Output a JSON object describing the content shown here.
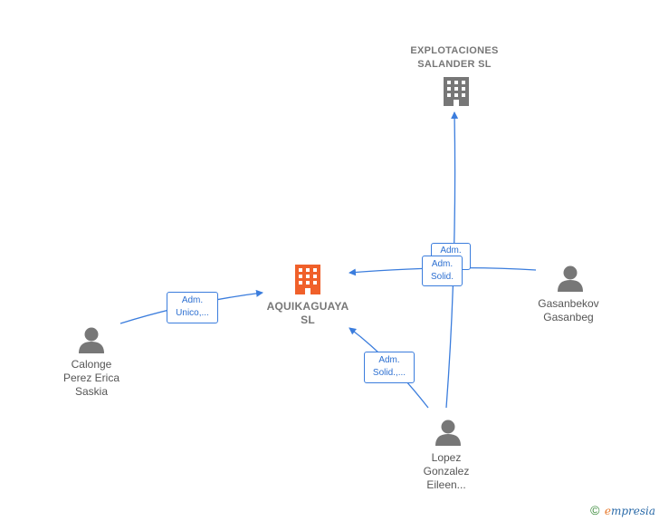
{
  "nodes": {
    "explotaciones": {
      "label_line1": "EXPLOTACIONES",
      "label_line2": "SALANDER SL",
      "icon": "building-icon",
      "color": "#777777"
    },
    "aquikaguaya": {
      "label_line1": "AQUIKAGUAYA",
      "label_line2": "SL",
      "icon": "building-icon",
      "color": "#f0602a"
    },
    "gasanbekov": {
      "label_line1": "Gasanbekov",
      "label_line2": "Gasanbeg",
      "icon": "person-icon"
    },
    "calonge": {
      "label_line1": "Calonge",
      "label_line2": "Perez Erica",
      "label_line3": "Saskia",
      "icon": "person-icon"
    },
    "lopez": {
      "label_line1": "Lopez",
      "label_line2": "Gonzalez",
      "label_line3": "Eileen...",
      "icon": "person-icon"
    }
  },
  "edges": {
    "calonge_to_aquikaguaya": {
      "line1": "Adm.",
      "line2": "Unico,..."
    },
    "lopez_to_aquikaguaya": {
      "line1": "Adm.",
      "line2": "Solid.,..."
    },
    "gasanbekov_to_aquikaguaya": {
      "line1": "Adm.",
      "line2": "Solid."
    },
    "gasanbekov_to_explotaciones": {
      "line1": "Adm."
    }
  },
  "footer": {
    "copyright": "©",
    "brand_initial": "e",
    "brand_rest": "mpresia"
  },
  "colors": {
    "edge": "#3b7ddd",
    "person": "#777777",
    "company_focus": "#f0602a",
    "company": "#777777"
  }
}
